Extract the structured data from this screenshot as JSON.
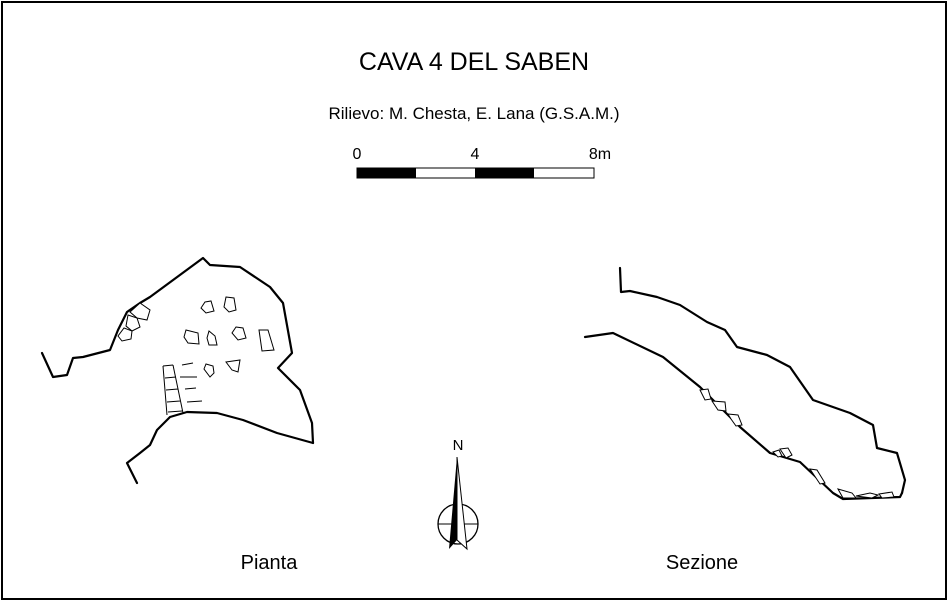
{
  "title": "CAVA 4 DEL SABEN",
  "credits": "Rilievo: M. Chesta, E. Lana (G.S.A.M.)",
  "scale": {
    "labels": [
      "0",
      "4",
      "8m"
    ]
  },
  "compass": {
    "label": "N",
    "icon": "north-arrow-icon"
  },
  "plan_label": "Pianta",
  "section_label": "Sezione",
  "colors": {
    "ink": "#000000",
    "paper": "#ffffff"
  }
}
